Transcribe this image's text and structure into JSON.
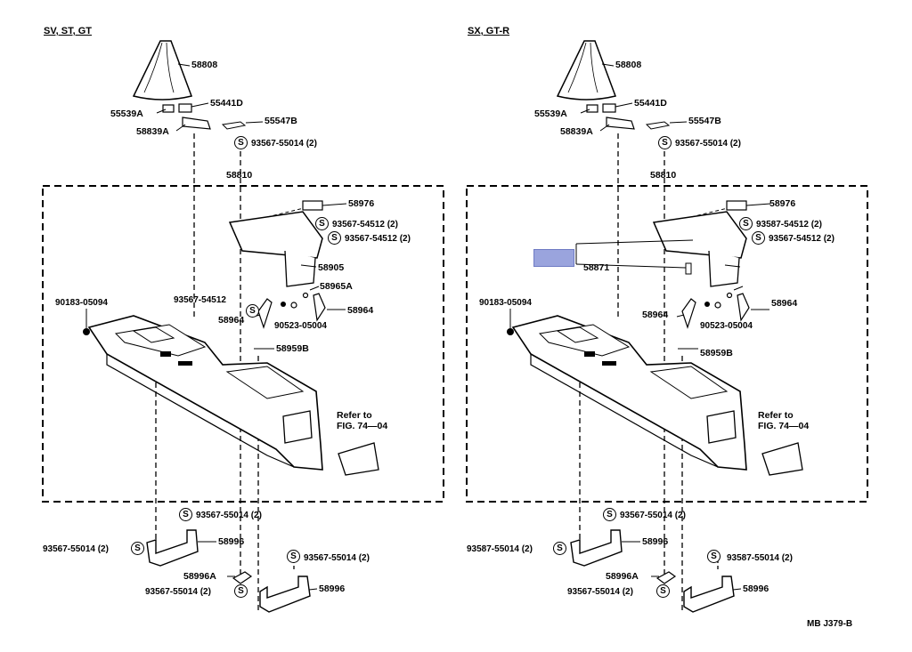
{
  "left": {
    "header": "SV, ST, GT",
    "labels": {
      "p58808": "58808",
      "p55441D": "55441D",
      "p55539A": "55539A",
      "p55547B": "55547B",
      "p58839A": "58839A",
      "s9356755014_top": "93567-55014 (2)",
      "p58810": "58810",
      "p58976": "58976",
      "s9356754512_a": "93567-54512 (2)",
      "s9356754512_b": "93567-54512 (2)",
      "p58905": "58905",
      "p93567_54512_mid": "93567-54512",
      "p58965A": "58965A",
      "p58964_left": "58964",
      "p58964_right": "58964",
      "p90523": "90523-05004",
      "p90183": "90183-05094",
      "p58959B": "58959B",
      "refer1": "Refer to",
      "refer2": "FIG. 74—04",
      "s_bot1": "93567-55014 (2)",
      "s_bot2": "93567-55014 (2)",
      "p58996_a": "58996",
      "s_bot3": "93567-55014 (2)",
      "p58996A": "58996A",
      "s_bot4": "93567-55014 (2)",
      "p58996_b": "58996"
    }
  },
  "right": {
    "header": "SX, GT-R",
    "labels": {
      "p58808": "58808",
      "p55441D": "55441D",
      "p55539A": "55539A",
      "p55547B": "55547B",
      "p58839A": "58839A",
      "s9356755014_top": "93567-55014 (2)",
      "p58810": "58810",
      "p58976": "58976",
      "s9356754512_a": "93587-54512 (2)",
      "s9356754512_b": "93567-54512 (2)",
      "p58871": "58871",
      "p58964_left": "58964",
      "p58964_right": "58964",
      "p90523": "90523-05004",
      "p90183": "90183-05094",
      "p58959B": "58959B",
      "refer1": "Refer to",
      "refer2": "FIG. 74—04",
      "s_bot1": "93567-55014 (2)",
      "s_bot2": "93587-55014 (2)",
      "p58996_a": "58996",
      "s_bot3": "93587-55014 (2)",
      "p58996A": "58996A",
      "s_bot4": "93567-55014 (2)",
      "p58996_b": "58996"
    }
  },
  "footer": {
    "code": "MB J379-B"
  },
  "icons": {
    "s_mark": "S"
  },
  "colors": {
    "highlight": "#9aa4dd"
  }
}
